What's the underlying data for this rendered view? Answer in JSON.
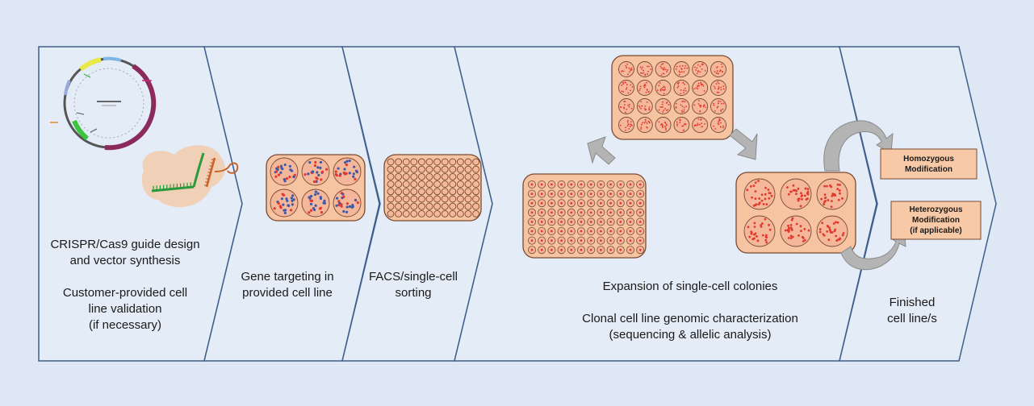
{
  "colors": {
    "background": "#dde8f4",
    "stage_fill": "#e3ecf7",
    "stage_stroke": "#3e5f8c",
    "plate_fill": "#f6c4a0",
    "plate_stroke": "#7a4a35",
    "well_fill": "#f4b79a",
    "dot_red": "#e2382d",
    "dot_blue": "#3d5aa8",
    "arrow_gray": "#b4b4b4",
    "result_box": "#f7c9a6"
  },
  "stages": [
    {
      "id": "design",
      "lines": [
        "CRISPR/Cas9 guide design",
        "and vector synthesis",
        "",
        "Customer-provided cell",
        "line validation",
        "(if necessary)"
      ]
    },
    {
      "id": "targeting",
      "lines": [
        "Gene targeting in",
        "provided cell line"
      ]
    },
    {
      "id": "sorting",
      "lines": [
        "FACS/single-cell",
        "sorting"
      ]
    },
    {
      "id": "expansion",
      "lines": [
        "Expansion of single-cell colonies",
        "",
        "Clonal cell line genomic characterization",
        "(sequencing & allelic analysis)"
      ]
    },
    {
      "id": "finished",
      "lines": [
        "Finished",
        "cell line/s"
      ]
    }
  ],
  "results": {
    "homozygous": [
      "Homozygous",
      "Modification"
    ],
    "heterozygous": [
      "Heterozygous",
      "Modification",
      "(if applicable)"
    ]
  },
  "icons": {
    "plasmid": "plasmid-map-icon",
    "cas9": "cas9-guide-rna-icon"
  }
}
